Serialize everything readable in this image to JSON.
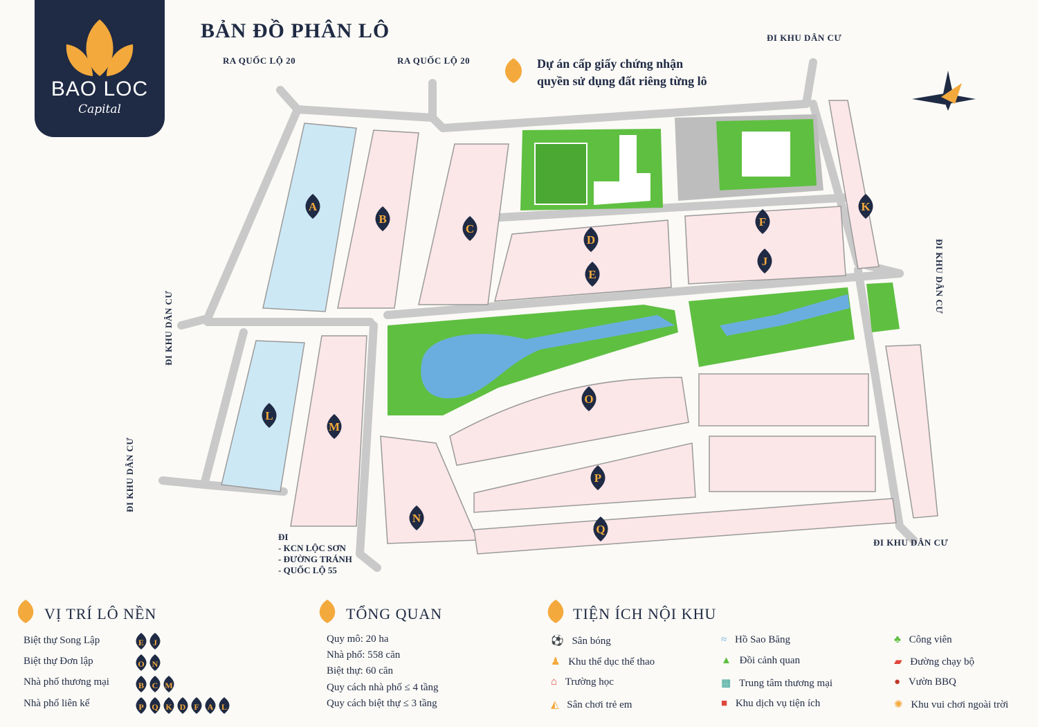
{
  "brand": {
    "name": "BAO LOC",
    "tagline": "Capital"
  },
  "map": {
    "title": "BẢN ĐỒ PHÂN LÔ",
    "certification": [
      "Dự án cấp giấy chứng nhận",
      "quyền sử dụng đất riêng từng lô"
    ],
    "road_labels": {
      "ql20_left": "RA QUỐC LỘ 20",
      "ql20_right": "RA QUỐC LỘ 20",
      "top_right": "ĐI KHU DÂN CƯ",
      "left_upper": "ĐI KHU DÂN CƯ",
      "left_lower": "ĐI KHU DÂN CƯ",
      "right_middle": "ĐI KHU DÂN CƯ",
      "bottom_right": "ĐI KHU DÂN CƯ"
    },
    "exit": {
      "heading": "ĐI",
      "lines": [
        "- KCN LỘC SƠN",
        "- ĐƯỜNG TRÁNH",
        "- QUỐC LỘ 55"
      ]
    },
    "blocks": [
      "A",
      "B",
      "C",
      "D",
      "E",
      "F",
      "J",
      "K",
      "L",
      "M",
      "N",
      "O",
      "P",
      "Q"
    ],
    "colors": {
      "navy": "#1f2a44",
      "gold": "#f3a93c",
      "villa_pink": "#fbe6e8",
      "shophouse_blue": "#cde8f5",
      "park_green": "#5fbf41",
      "lake_blue": "#6aaee0",
      "road_gray": "#c9c9c9"
    }
  },
  "legend_positions": {
    "title": "VỊ TRÍ LÔ NỀN",
    "rows": [
      {
        "label": "Biệt thự Song Lập",
        "blocks": [
          "E",
          "J"
        ]
      },
      {
        "label": "Biệt thự Đơn lập",
        "blocks": [
          "O",
          "N"
        ]
      },
      {
        "label": "Nhà phố thương mại",
        "blocks": [
          "B",
          "C",
          "M"
        ]
      },
      {
        "label": "Nhà phố liên kế",
        "blocks": [
          "P",
          "Q",
          "K",
          "D",
          "F",
          "A",
          "L"
        ]
      }
    ]
  },
  "overview": {
    "title": "TỔNG QUAN",
    "lines": [
      "Quy mô: 20 ha",
      "Nhà phố: 558 căn",
      "Biệt thự: 60 căn",
      "Quy cách nhà phố ≤ 4 tầng",
      "Quy cách biệt thự ≤ 3 tầng"
    ]
  },
  "amenities": {
    "title": "TIỆN ÍCH NỘI KHU",
    "items": [
      {
        "label": "Sân bóng",
        "icon": "soccer-ball-icon"
      },
      {
        "label": "Khu thể dục thể thao",
        "icon": "fitness-icon"
      },
      {
        "label": "Trường học",
        "icon": "school-icon"
      },
      {
        "label": "Sân chơi trẻ em",
        "icon": "playground-icon"
      },
      {
        "label": "Hồ Sao Băng",
        "icon": "lake-icon"
      },
      {
        "label": "Đồi cảnh quan",
        "icon": "hill-icon"
      },
      {
        "label": "Trung tâm thương mại",
        "icon": "shopping-center-icon"
      },
      {
        "label": "Khu dịch vụ tiện ích",
        "icon": "service-icon"
      },
      {
        "label": "Công viên",
        "icon": "park-icon"
      },
      {
        "label": "Đường chạy bộ",
        "icon": "running-shoe-icon"
      },
      {
        "label": "Vườn BBQ",
        "icon": "bbq-icon"
      },
      {
        "label": "Khu vui chơi ngoài trời",
        "icon": "outdoor-play-icon"
      }
    ]
  }
}
